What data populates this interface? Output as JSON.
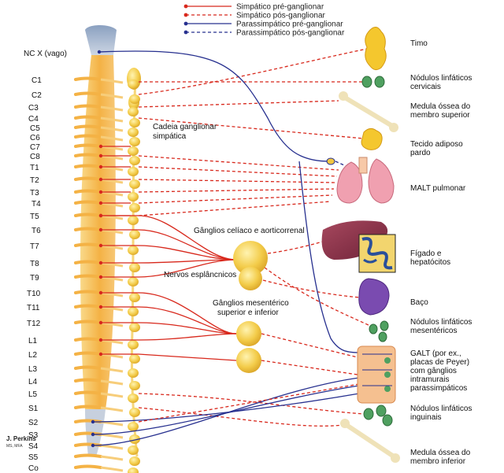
{
  "legend": [
    {
      "label": "Simpático pré-ganglionar",
      "color": "#d8281c",
      "style": "solid"
    },
    {
      "label": "Simpático pós-ganglionar",
      "color": "#d8281c",
      "style": "dashed"
    },
    {
      "label": "Parassimpático pré-ganglionar",
      "color": "#27308f",
      "style": "solid"
    },
    {
      "label": "Parassimpático pós-ganglionar",
      "color": "#27308f",
      "style": "dashed"
    }
  ],
  "segments": [
    "C1",
    "C2",
    "C3",
    "C4",
    "C5",
    "C6",
    "C7",
    "C8",
    "T1",
    "T2",
    "T3",
    "T4",
    "T5",
    "T6",
    "T7",
    "T8",
    "T9",
    "T10",
    "T11",
    "T12",
    "L1",
    "L2",
    "L3",
    "L4",
    "L5",
    "S1",
    "S2",
    "S3",
    "S4",
    "S5",
    "Co"
  ],
  "vagus_label": "NC X (vago)",
  "labels": {
    "chain_1": "Cadeia ganglionar",
    "chain_2": "simpática",
    "celiac": "Gânglios celíaco e aorticorrenal",
    "splanchnic": "Nervos esplâncnicos",
    "mesenteric_1": "Gânglios mesentérico",
    "mesenteric_2": "superior e inferior"
  },
  "organs": [
    {
      "lines": [
        "Timo"
      ]
    },
    {
      "lines": [
        "Nódulos linfáticos",
        "cervicais"
      ]
    },
    {
      "lines": [
        "Medula óssea do",
        "membro superior"
      ]
    },
    {
      "lines": [
        "Tecido adiposo",
        "pardo"
      ]
    },
    {
      "lines": [
        "MALT pulmonar"
      ]
    },
    {
      "lines": [
        "Fígado e",
        "hepatócitos"
      ]
    },
    {
      "lines": [
        "Baço"
      ]
    },
    {
      "lines": [
        "Nódulos linfáticos",
        "mesentéricos"
      ]
    },
    {
      "lines": [
        "GALT (por ex.,",
        "placas de Peyer)",
        "com gânglios",
        "intramurais",
        "parassimpáticos"
      ]
    },
    {
      "lines": [
        "Nódulos linfáticos",
        "inguinais"
      ]
    },
    {
      "lines": [
        "Medula óssea do",
        "membro inferior"
      ]
    }
  ],
  "credit": {
    "name": "J. Perkins",
    "degree": "MS, MFA"
  },
  "colors": {
    "symp": "#d8281c",
    "para": "#27308f",
    "cord": "#f6c050",
    "ganglion": "#f2c640",
    "spine_top": "#9fb0c8"
  }
}
